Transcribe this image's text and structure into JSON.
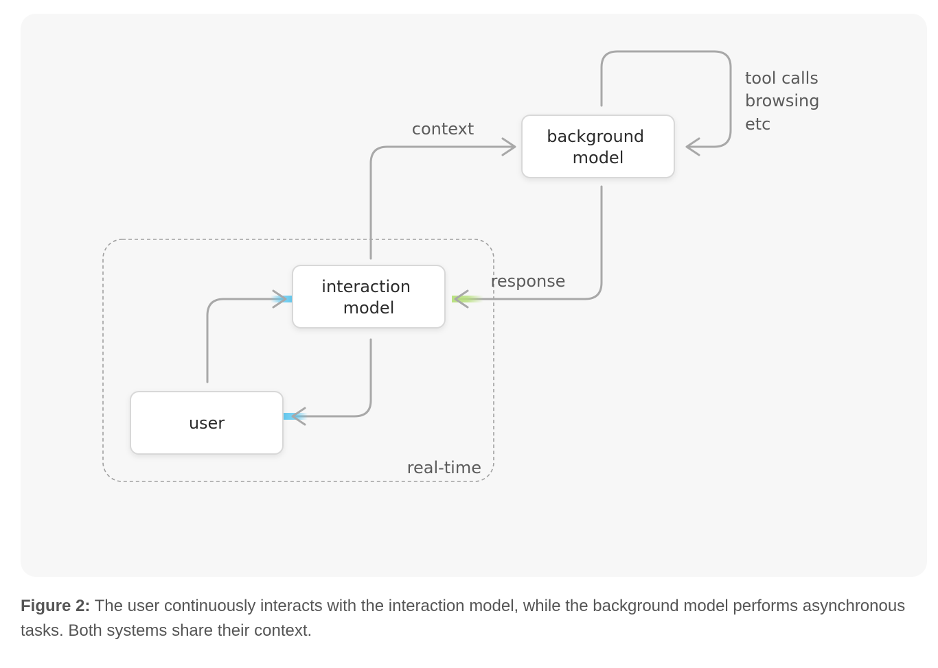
{
  "diagram": {
    "nodes": {
      "background_model": {
        "line1": "background",
        "line2": "model"
      },
      "interaction_model": {
        "line1": "interaction",
        "line2": "model"
      },
      "user": {
        "label": "user"
      }
    },
    "edges": {
      "context": "context",
      "response": "response",
      "tool_calls": {
        "line1": "tool calls",
        "line2": "browsing",
        "line3": "etc"
      }
    },
    "groups": {
      "real_time": "real-time"
    },
    "colors": {
      "panel": "#f7f7f7",
      "arrow": "#a8a8a8",
      "highlight_blue": "#5ec8f0",
      "highlight_green": "#b6e07a"
    }
  },
  "caption": {
    "label": "Figure 2:",
    "text": "The user continuously interacts with the interaction model, while the background model performs asynchronous tasks. Both systems share their context."
  }
}
